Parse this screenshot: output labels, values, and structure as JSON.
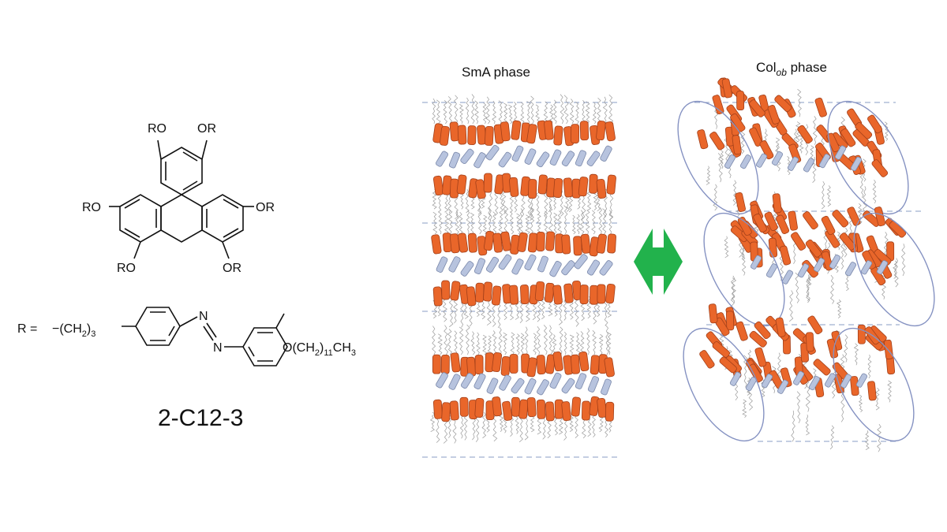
{
  "structure": {
    "substituents": {
      "top_left": "RO",
      "top_right": "OR",
      "mid_left": "RO",
      "mid_right": "OR",
      "bottom_left": "RO",
      "bottom_right": "OR"
    },
    "r_definition": {
      "label": "R =",
      "chain_prefix": "−(CH",
      "chain_sub_2": "2",
      "chain_close": ")",
      "chain_sub_3": "3",
      "azo_n1": "N",
      "azo_n2": "N",
      "tail_prefix": "O(CH",
      "tail_sub_2": "2",
      "tail_close": ")",
      "tail_sub_11": "11",
      "tail_end": "CH",
      "tail_sub_3": "3"
    },
    "compound_name": "2-C12-3"
  },
  "phases": {
    "smectic": {
      "title": "SmA phase"
    },
    "columnar": {
      "title_main": "Col",
      "title_sub": "ob",
      "title_rest": " phase"
    }
  },
  "colors": {
    "mesogen_orange": "#e9662a",
    "mesogen_outline": "#a3401a",
    "core_blue": "#b7c3de",
    "core_outline": "#7a88aa",
    "chain_grey": "#9a9a9a",
    "dashed_line": "#8a9cc6",
    "ellipse_line": "#8592c2",
    "arrow_green": "#22b24c"
  },
  "icons": {
    "transition_arrow": "double-headed-arrow-icon"
  }
}
